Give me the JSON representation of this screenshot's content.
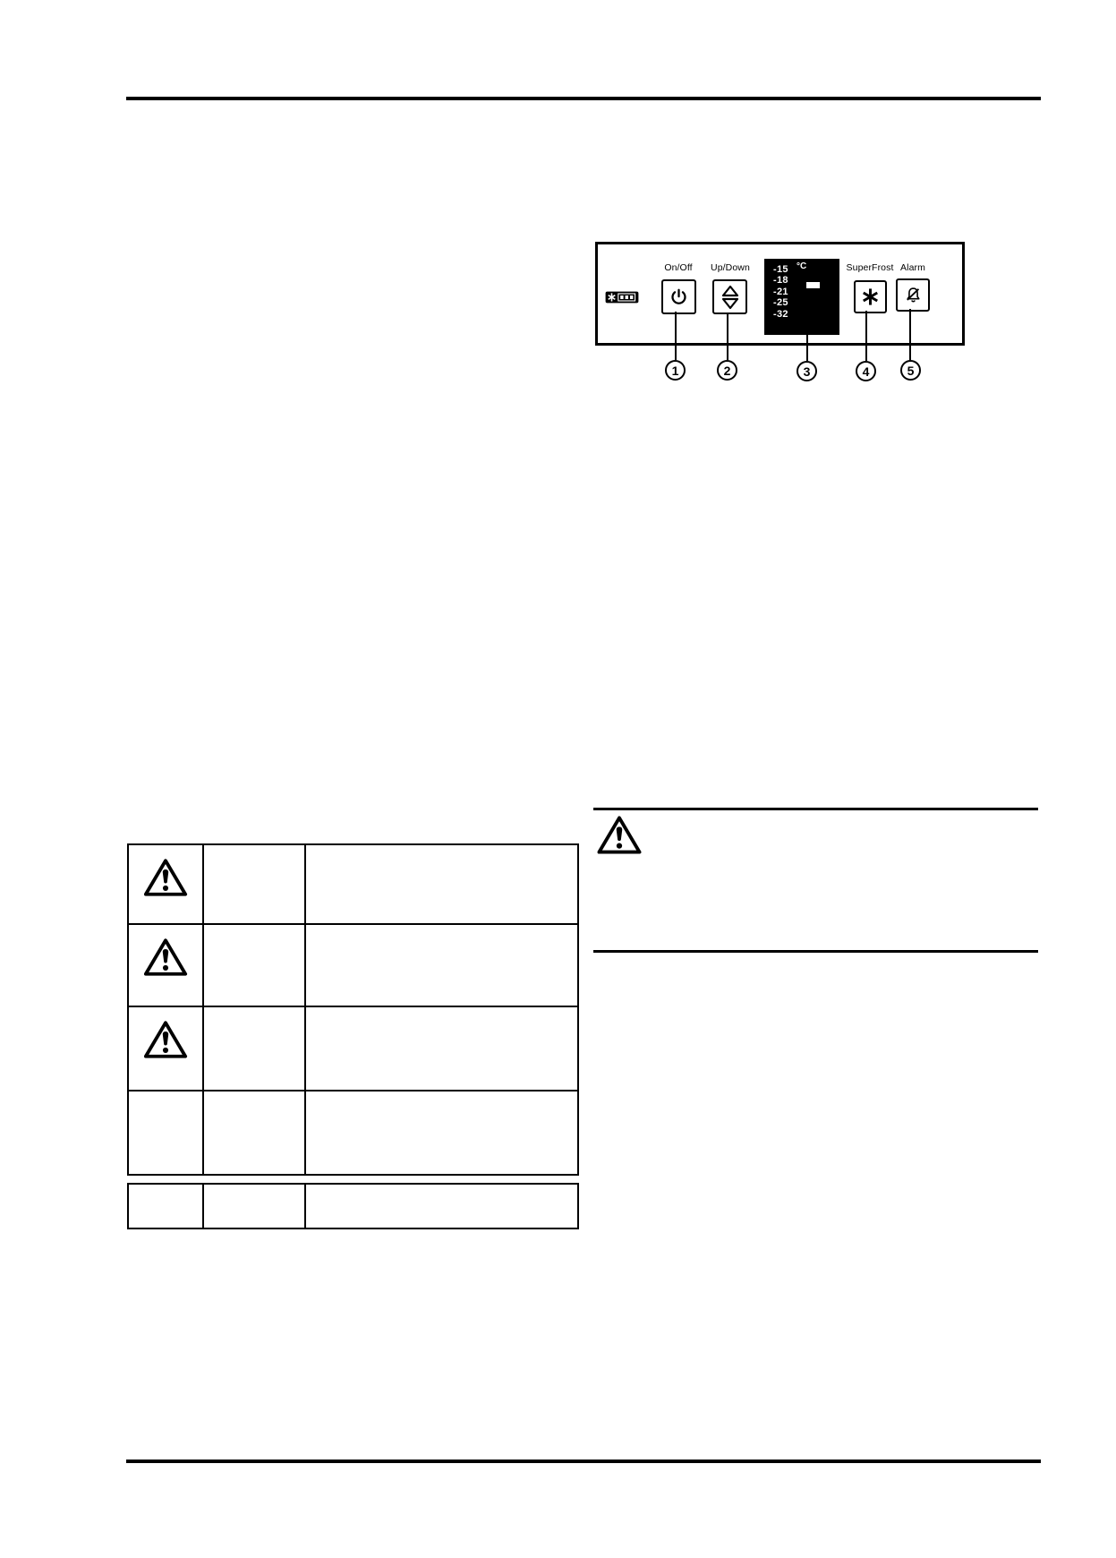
{
  "page": {
    "background": "#ffffff",
    "ink": "#000000"
  },
  "panel": {
    "on_off_label": "On/Off",
    "up_down_label": "Up/Down",
    "superfrost_label": "SuperFrost",
    "alarm_label": "Alarm",
    "display": {
      "unit": "°C",
      "temps": [
        "-15",
        "-18",
        "-21",
        "-25",
        "-32"
      ],
      "bg_color": "#000000",
      "text_color": "#ffffff",
      "indicator": "set-temperature-marker"
    },
    "icons": {
      "freezer_rating": "freezer-star-rating-icon",
      "on_off": "power-icon",
      "up_down": "up-down-arrows-icon",
      "superfrost": "snowflake-asterisk-icon",
      "alarm": "bell-muted-icon"
    },
    "callouts": [
      "1",
      "2",
      "3",
      "4",
      "5"
    ]
  },
  "legend_table": {
    "rows": [
      {
        "icon": "warning-triangle-icon"
      },
      {
        "icon": "warning-triangle-icon"
      },
      {
        "icon": "warning-triangle-icon"
      },
      {
        "icon": null
      }
    ],
    "footer_row": {
      "icon": null
    }
  },
  "warning_section": {
    "icon": "warning-triangle-icon"
  }
}
